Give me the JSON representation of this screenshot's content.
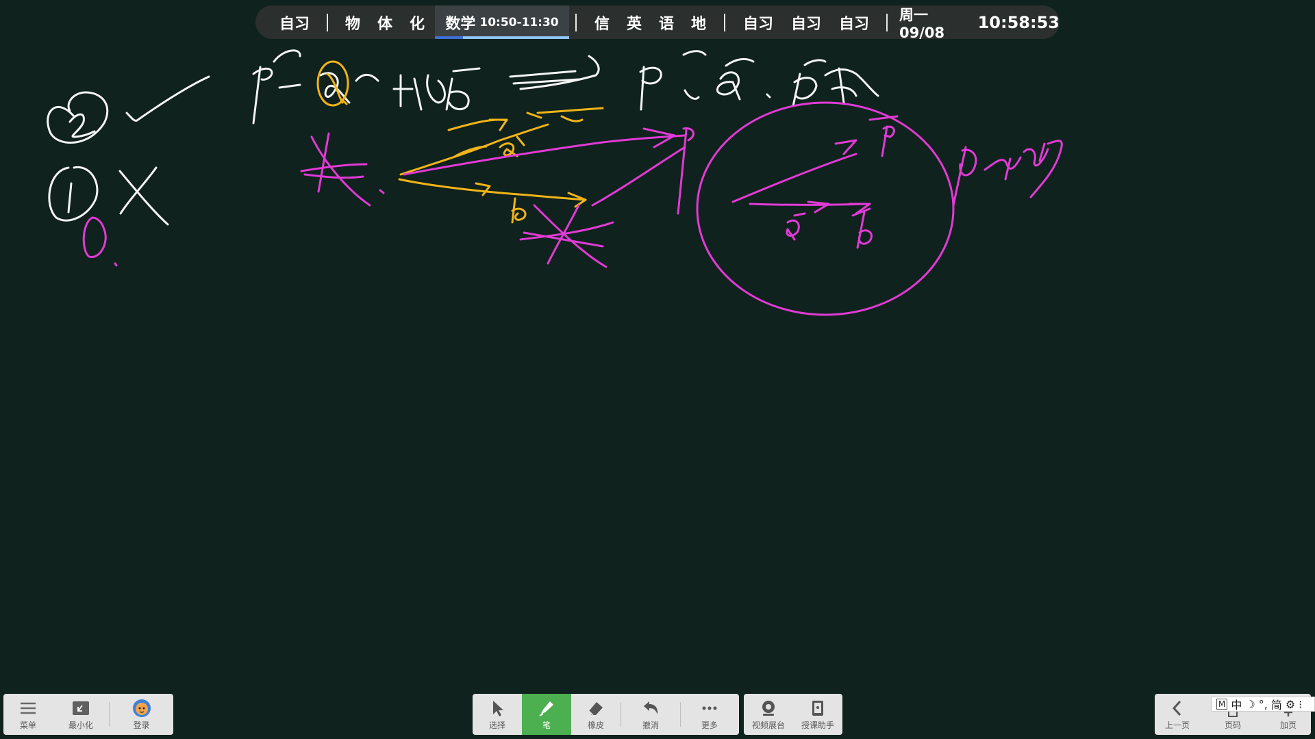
{
  "schedule": {
    "slot1": "自习",
    "group2": [
      "物",
      "体",
      "化"
    ],
    "current": {
      "label": "数学",
      "time": "10:50-11:30",
      "progress": 0.21
    },
    "group4": [
      "信",
      "英",
      "语",
      "地"
    ],
    "group5": [
      "自习",
      "自习",
      "自习"
    ],
    "date": "周一 09/08",
    "clock": "10:58:53"
  },
  "left_toolbar": [
    {
      "label": "菜单",
      "icon": "menu-icon"
    },
    {
      "label": "最小化",
      "icon": "minimize-icon"
    },
    {
      "label": "登录",
      "icon": "avatar-icon"
    }
  ],
  "center_toolbar": [
    {
      "label": "选择",
      "icon": "cursor-icon"
    },
    {
      "label": "笔",
      "icon": "pen-icon",
      "active": true
    },
    {
      "label": "橡皮",
      "icon": "eraser-icon"
    },
    {
      "label": "撤消",
      "icon": "undo-icon"
    },
    {
      "label": "更多",
      "icon": "more-icon"
    }
  ],
  "camera_toolbar": [
    {
      "label": "视频展台",
      "icon": "camera-icon"
    },
    {
      "label": "授课助手",
      "icon": "tablet-icon"
    }
  ],
  "right_toolbar": [
    {
      "label": "上一页",
      "icon": "chevron-left-icon"
    },
    {
      "label": "页码",
      "icon": "page-icon"
    },
    {
      "label": "加页",
      "icon": "add-page-icon"
    }
  ],
  "ime": {
    "mode": "M",
    "lang": "中",
    "punct": "°,",
    "charset": "简"
  },
  "colors": {
    "board": "#0f221d",
    "pen_white": "#f4f4f4",
    "pen_pink": "#e23ad6",
    "pen_yellow": "#f2b418",
    "active_tool": "#4caf50"
  }
}
